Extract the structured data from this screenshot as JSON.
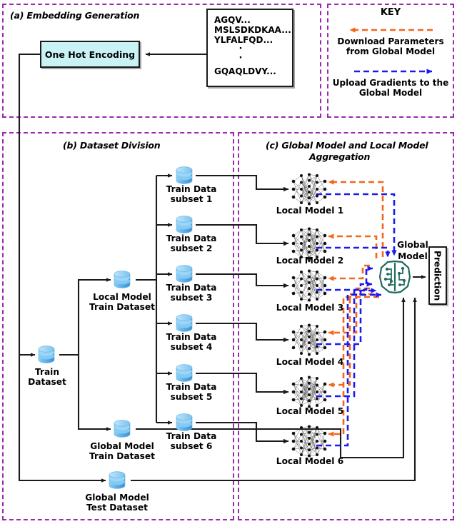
{
  "figure": {
    "domain": "diagram",
    "description": "Federated learning pipeline: embedding generation, dataset division and global/local model aggregation"
  },
  "panels": {
    "a": {
      "title": "(a) Embedding Generation"
    },
    "b": {
      "title": "(b) Dataset Division"
    },
    "c": {
      "title_line1": "(c) Global Model and Local Model",
      "title_line2": "Aggregation"
    }
  },
  "key": {
    "title": "KEY",
    "download_label": "Download Parameters\nfrom Global Model",
    "upload_label": "Upload Gradients to\nthe Global Model",
    "download_color": "#f4661b",
    "upload_color": "#1b1bf0",
    "panel_border_color": "#9c27b0"
  },
  "embedding": {
    "encoder_label": "One Hot Encoding",
    "encoder_fill": "#c9f2f5",
    "sequences": [
      "AGQV...",
      "MSLSDKDKAA...",
      "YLFALFQD...",
      "·",
      "·",
      "GQAQLDVY..."
    ],
    "sequence_lines": {
      "l1": "AGQV...",
      "l2": "MSLSDKDKAA...",
      "l3": "YLFALFQD...",
      "dot1": "·",
      "dot2": "·",
      "l6": "GQAQLDVY..."
    }
  },
  "datasets": {
    "train": "Train\nDataset",
    "local_model_train": "Local Model\nTrain Dataset",
    "global_model_train": "Global Model\nTrain Dataset",
    "global_model_test": "Global Model\nTest Dataset",
    "subsets": [
      "Train Data\nsubset 1",
      "Train Data\nsubset 2",
      "Train Data\nsubset 3",
      "Train Data\nsubset 4",
      "Train Data\nsubset 5",
      "Train Data\nsubset 6"
    ]
  },
  "models": {
    "local": [
      "Local Model 1",
      "Local Model 2",
      "Local Model 3",
      "Local Model 4",
      "Local Model 5",
      "Local Model 6"
    ],
    "global_line1": "Global",
    "global_line2": "Model",
    "global_color": "#1f6b5e",
    "prediction": "Prediction"
  },
  "colors": {
    "db_icon": "#5bb0e8",
    "line": "#1a1a1a",
    "background": "#ffffff"
  }
}
